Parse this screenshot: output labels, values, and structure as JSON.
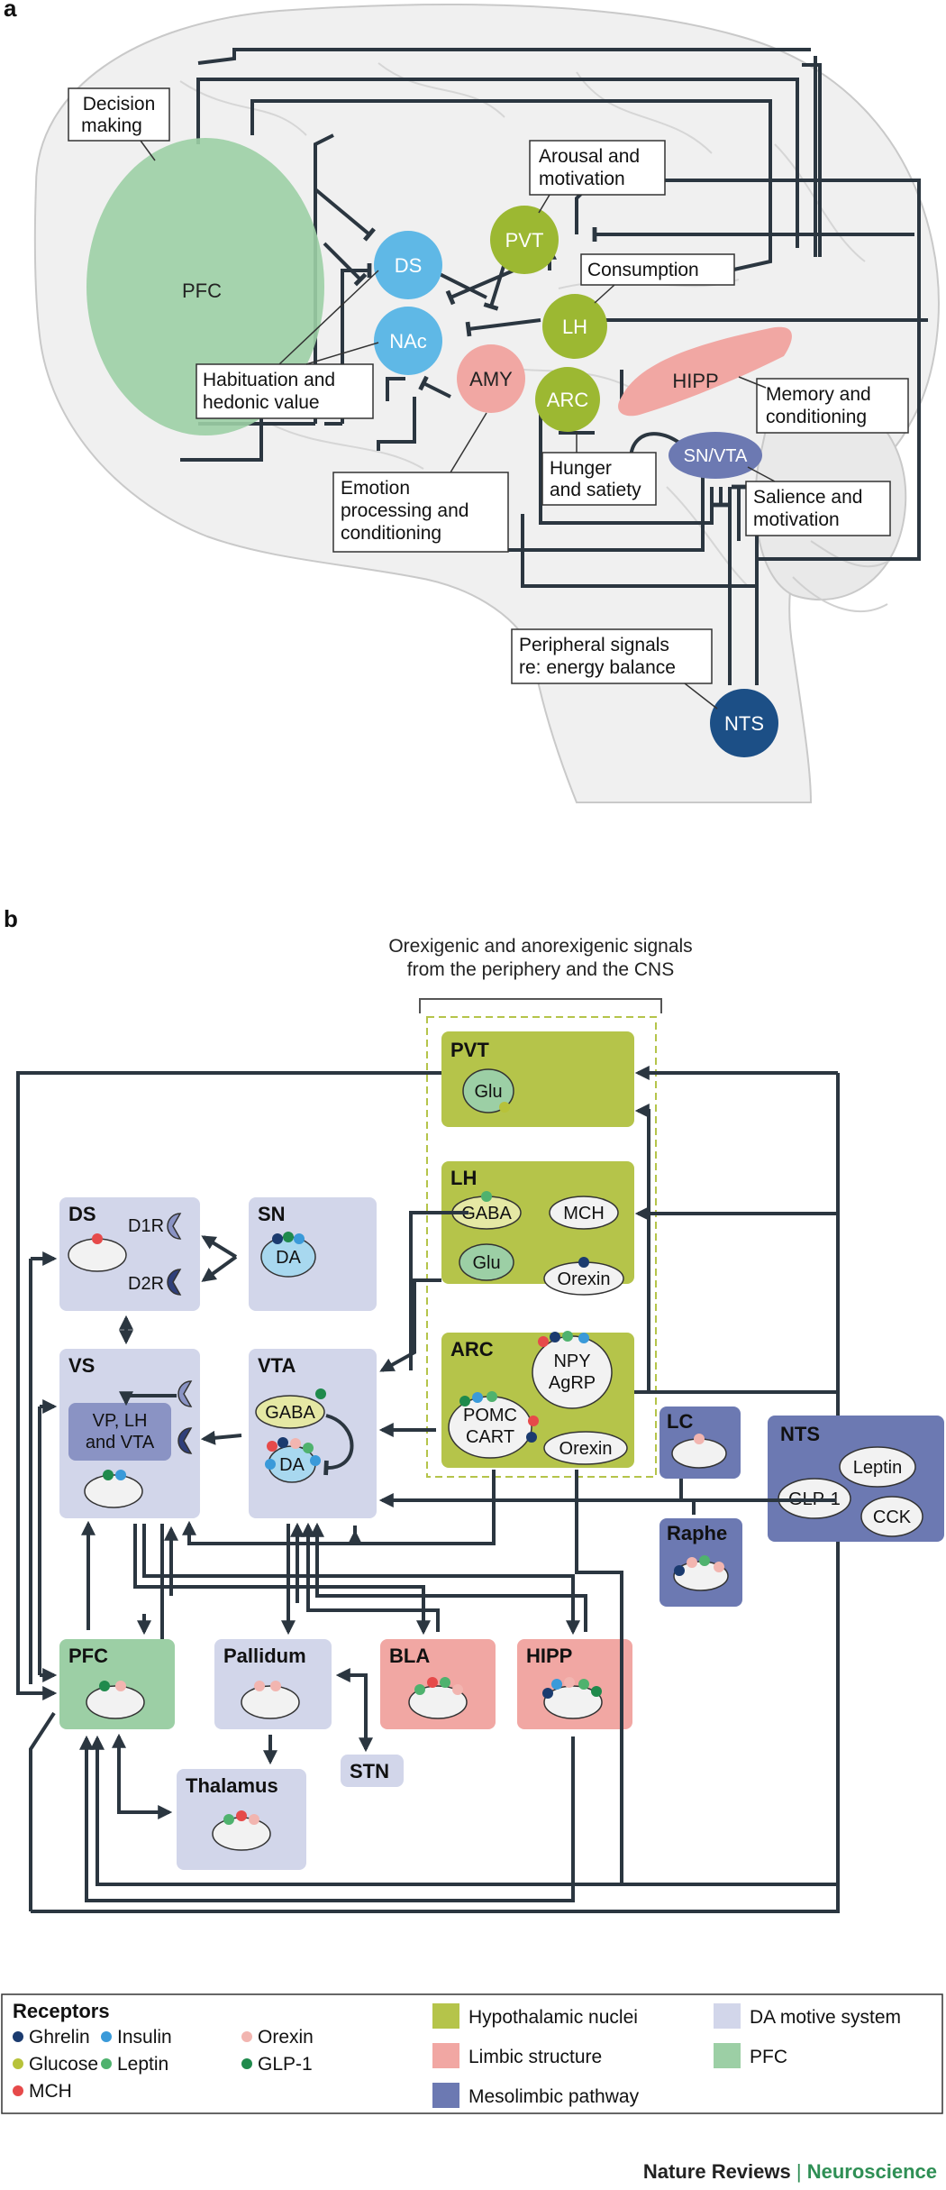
{
  "panel_a": {
    "letter": "a",
    "regions": {
      "pfc": "PFC",
      "ds": "DS",
      "nac": "NAc",
      "pvt": "PVT",
      "lh": "LH",
      "amy": "AMY",
      "arc": "ARC",
      "hipp": "HIPP",
      "snvta": "SN/VTA",
      "nts": "NTS"
    },
    "labels": {
      "decision": [
        "Decision",
        "making"
      ],
      "arousal": [
        "Arousal and",
        "motivation"
      ],
      "consumption": [
        "Consumption"
      ],
      "habituation": [
        "Habituation and",
        "hedonic value"
      ],
      "memory": [
        "Memory and",
        "conditioning"
      ],
      "hunger": [
        "Hunger",
        "and satiety"
      ],
      "emotion": [
        "Emotion",
        "processing and",
        "conditioning"
      ],
      "salience": [
        "Salience and",
        "motivation"
      ],
      "peripheral": [
        "Peripheral signals",
        "re: energy balance"
      ]
    }
  },
  "panel_b": {
    "letter": "b",
    "header": [
      "Orexigenic and anorexigenic signals",
      "from the periphery and the CNS"
    ],
    "boxes": {
      "pvt": "PVT",
      "lh": "LH",
      "arc": "ARC",
      "ds": "DS",
      "sn": "SN",
      "vs": "VS",
      "vta": "VTA",
      "lc": "LC",
      "nts": "NTS",
      "raphe": "Raphe",
      "pfc": "PFC",
      "pallidum": "Pallidum",
      "bla": "BLA",
      "hipp": "HIPP",
      "stn": "STN",
      "thalamus": "Thalamus"
    },
    "cells": {
      "glu_pvt": "Glu",
      "gaba_lh": "GABA",
      "mch": "MCH",
      "glu_lh": "Glu",
      "orexin_lh": "Orexin",
      "npy": "NPY",
      "agrp": "AgRP",
      "pomc": "POMC",
      "cart": "CART",
      "orexin_arc": "Orexin",
      "da_sn": "DA",
      "gaba_vta": "GABA",
      "da_vta": "DA",
      "vp": [
        "VP, LH",
        "and VTA"
      ],
      "leptin": "Leptin",
      "glp1": "GLP-1",
      "cck": "CCK"
    },
    "receptor_labels": {
      "d1r": "D1R",
      "d2r": "D2R"
    }
  },
  "legend": {
    "title": "Receptors",
    "receptors": [
      {
        "label": "Ghrelin",
        "color": "#1b3b6f"
      },
      {
        "label": "Insulin",
        "color": "#3a9ad9"
      },
      {
        "label": "Orexin",
        "color": "#f2b5b0"
      },
      {
        "label": "Glucose",
        "color": "#b7c23a"
      },
      {
        "label": "Leptin",
        "color": "#4fb26e"
      },
      {
        "label": "GLP-1",
        "color": "#1f8a4c"
      },
      {
        "label": "MCH",
        "color": "#e64a4a"
      }
    ],
    "categories": [
      {
        "label": "Hypothalamic nuclei",
        "color": "#b5c44a"
      },
      {
        "label": "DA motive system",
        "color": "#d2d6ea"
      },
      {
        "label": "Limbic structure",
        "color": "#f1a7a3"
      },
      {
        "label": "PFC",
        "color": "#9ccfa5"
      },
      {
        "label": "Mesolimbic pathway",
        "color": "#6c79b2"
      }
    ]
  },
  "footer": {
    "journal": "Nature Reviews",
    "separator": " | ",
    "section": "Neuroscience"
  }
}
